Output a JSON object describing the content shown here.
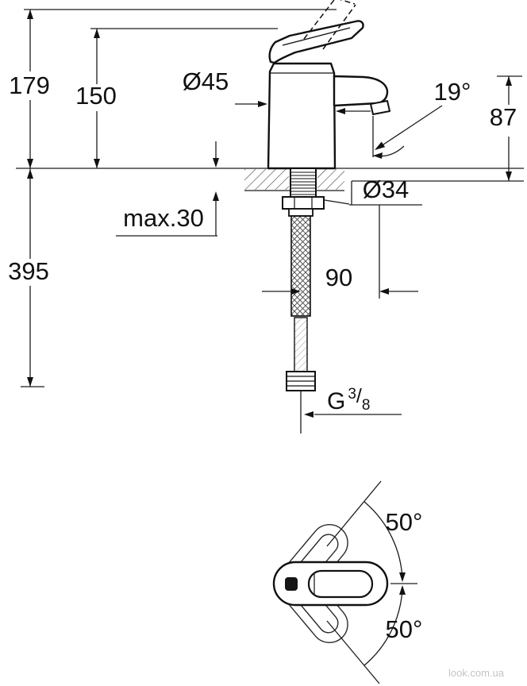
{
  "side_view": {
    "dims": {
      "overall_height": "179",
      "body_height": "150",
      "body_diameter": "Ø45",
      "spout_angle": "19°",
      "outlet_height": "87",
      "shank_diameter": "Ø34",
      "max_deck_thickness": "max.30",
      "hose_length": "395",
      "hose_offset": "90"
    },
    "thread": {
      "g": "G",
      "numerator": "3",
      "slash": "/",
      "denominator": "8"
    }
  },
  "top_view": {
    "dims": {
      "swing_upper": "50°",
      "swing_lower": "50°"
    }
  },
  "watermark": "look.com.ua",
  "colors": {
    "background": "#ffffff",
    "ink": "#111111",
    "thin_line": "#1c1c1c",
    "watermark": "#c4c4c4"
  }
}
